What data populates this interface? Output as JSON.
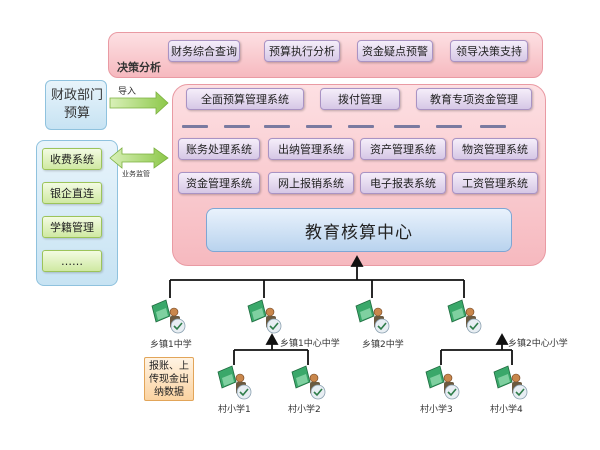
{
  "decision": {
    "title": "决策分析",
    "items": [
      "财务综合查询",
      "预算执行分析",
      "资金疑点预警",
      "领导决策支持"
    ]
  },
  "finance_dept": {
    "label": "财政部门预算"
  },
  "import_label": "导入",
  "business_label": "业务监管",
  "left_systems": [
    "收费系统",
    "银企直连",
    "学籍管理",
    "……"
  ],
  "top_row": [
    "全面预算管理系统",
    "拨付管理",
    "教育专项资金管理"
  ],
  "row2": [
    "账务处理系统",
    "出纳管理系统",
    "资产管理系统",
    "物资管理系统"
  ],
  "row3": [
    "资金管理系统",
    "网上报销系统",
    "电子报表系统",
    "工资管理系统"
  ],
  "core": "教育核算中心",
  "towns": [
    "乡镇1中学",
    "乡镇1中心中学",
    "乡镇2中学",
    "乡镇2中心小学"
  ],
  "villages": [
    "村小学1",
    "村小学2",
    "村小学3",
    "村小学4"
  ],
  "report_box": "报账、上传现金出纳数据",
  "colors": {
    "pink_panel": "#f6b9bf",
    "core_blue": "#b9d3ee",
    "arrow_green": "#8dc84a",
    "line": "#111111"
  }
}
